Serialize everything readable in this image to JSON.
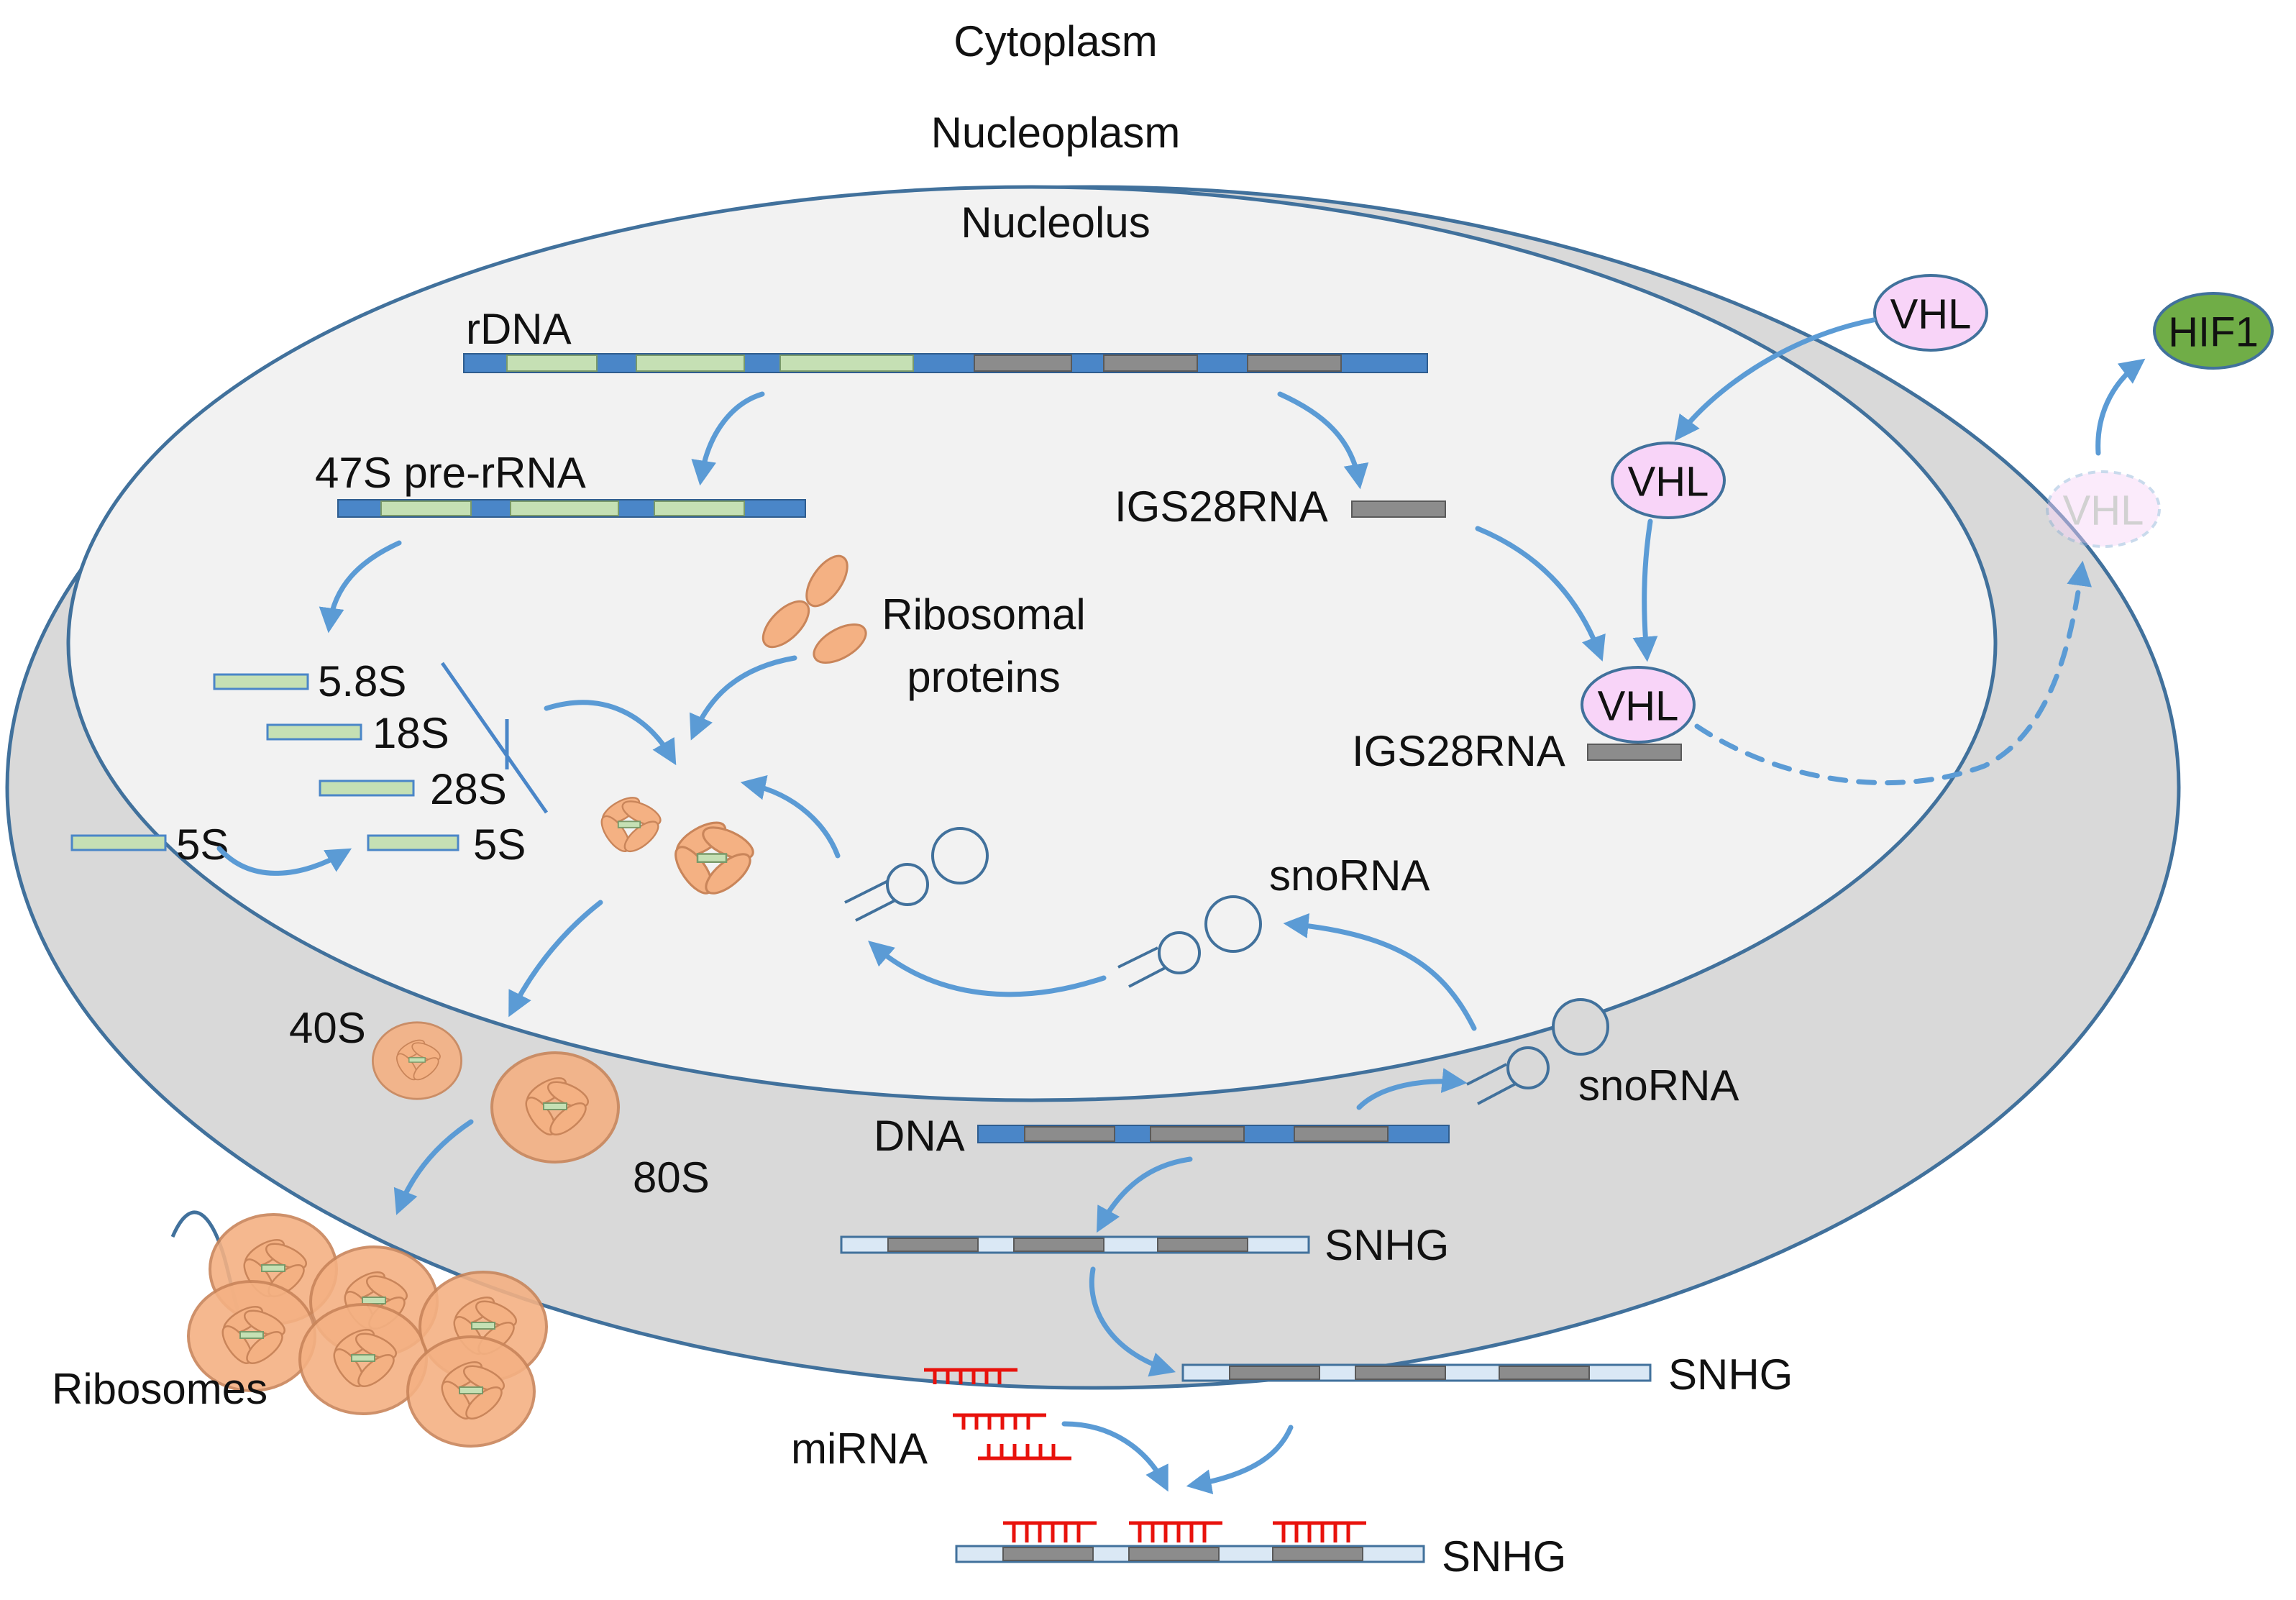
{
  "compartments": {
    "cytoplasm": "Cytoplasm",
    "nucleoplasm": "Nucleoplasm",
    "nucleolus": "Nucleolus"
  },
  "labels": {
    "rdna": "rDNA",
    "pre_rrna": "47S pre-rRNA",
    "igs_top": "IGS28RNA",
    "igs_bottom": "IGS28RNA",
    "ribosomal_proteins_line1": "Ribosomal",
    "ribosomal_proteins_line2": "proteins",
    "r58s": "5.8S",
    "r18s": "18S",
    "r28s": "28S",
    "r5s_inner": "5S",
    "r5s_outer": "5S",
    "snorna_nucleolus": "snoRNA",
    "snorna_nucleoplasm": "snoRNA",
    "s40": "40S",
    "s80": "80S",
    "ribosomes": "Ribosomes",
    "dna": "DNA",
    "snhg_1": "SNHG",
    "snhg_2": "SNHG",
    "snhg_3": "SNHG",
    "mirna": "miRNA"
  },
  "nodes": {
    "vhl_1": "VHL",
    "vhl_2": "VHL",
    "vhl_3": "VHL",
    "vhl_faded": "VHL",
    "hif1": "HIF1"
  },
  "colors": {
    "nucleoplasm_fill": "#d9d9d9",
    "nucleolus_fill": "#f2f2f2",
    "membrane_stroke": "#41719c",
    "arrow": "#5b9bd5",
    "dna_blue": "#4a86c8",
    "segment_green": "#c5e0b4",
    "segment_grey": "#8c8c8c",
    "snhg_light": "#dae8f5",
    "protein_orange": "#f4b183",
    "mirna_red": "#e8120c",
    "vhl_fill": "#f8d4f8",
    "hif1_fill": "#70ad47"
  }
}
